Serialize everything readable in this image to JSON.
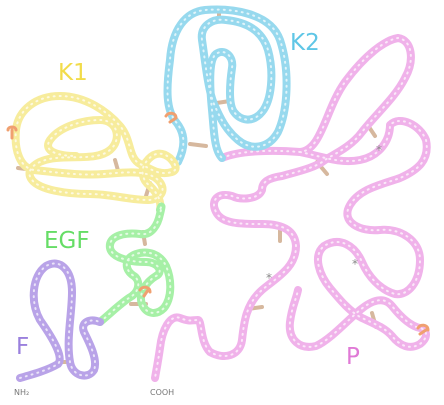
{
  "colors": {
    "F": "#b9a3e8",
    "EGF": "#a6f0a6",
    "K1": "#f7ec9c",
    "K2": "#97d9ee",
    "P": "#f0b2ea",
    "disulfide": "#d6b89e",
    "glycan": "#f0a070",
    "site_star": "#888888"
  },
  "domains": {
    "F": {
      "label": "F",
      "color_key": "F"
    },
    "EGF": {
      "label": "EGF",
      "color_key": "EGF"
    },
    "K1": {
      "label": "K1",
      "color_key": "K1"
    },
    "K2": {
      "label": "K2",
      "color_key": "K2"
    },
    "P": {
      "label": "P",
      "color_key": "P"
    }
  },
  "termini": {
    "n": "NH₂",
    "c": "COOH"
  },
  "markers": {
    "glycosylation_icon": "glycan-icon",
    "active_site_icon": "asterisk-icon"
  }
}
